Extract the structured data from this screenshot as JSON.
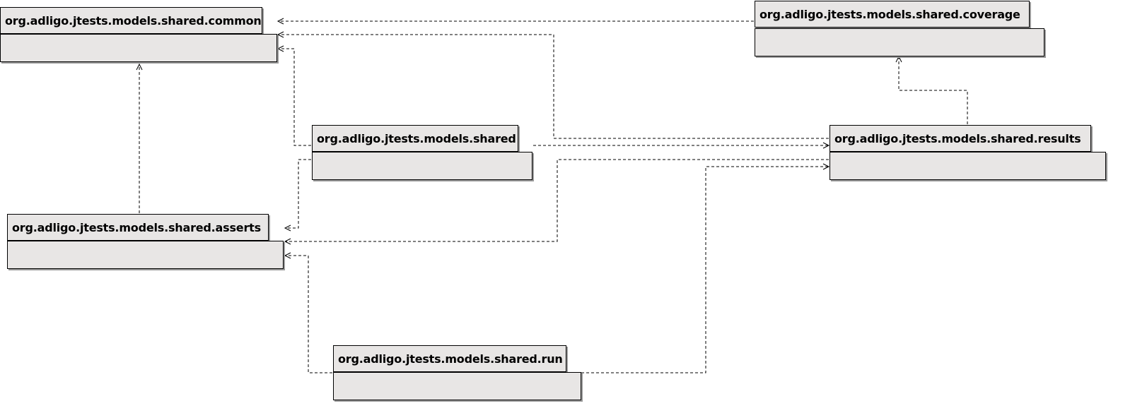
{
  "diagram": {
    "packages": {
      "common": {
        "name": "org.adligo.jtests.models.shared.common"
      },
      "coverage": {
        "name": "org.adligo.jtests.models.shared.coverage"
      },
      "shared": {
        "name": "org.adligo.jtests.models.shared"
      },
      "results": {
        "name": "org.adligo.jtests.models.shared.results"
      },
      "asserts": {
        "name": "org.adligo.jtests.models.shared.asserts"
      },
      "run": {
        "name": "org.adligo.jtests.models.shared.run"
      }
    },
    "dependencies": [
      {
        "from": "coverage",
        "to": "common"
      },
      {
        "from": "results",
        "to": "common"
      },
      {
        "from": "shared",
        "to": "common"
      },
      {
        "from": "asserts",
        "to": "common"
      },
      {
        "from": "results",
        "to": "coverage"
      },
      {
        "from": "shared",
        "to": "results"
      },
      {
        "from": "shared",
        "to": "asserts"
      },
      {
        "from": "results",
        "to": "asserts"
      },
      {
        "from": "run",
        "to": "asserts"
      },
      {
        "from": "run",
        "to": "results"
      }
    ],
    "colors": {
      "package_fill": "#e8e6e5",
      "border": "#000000",
      "shadow": "#9a9a9a",
      "line": "#000000"
    }
  }
}
